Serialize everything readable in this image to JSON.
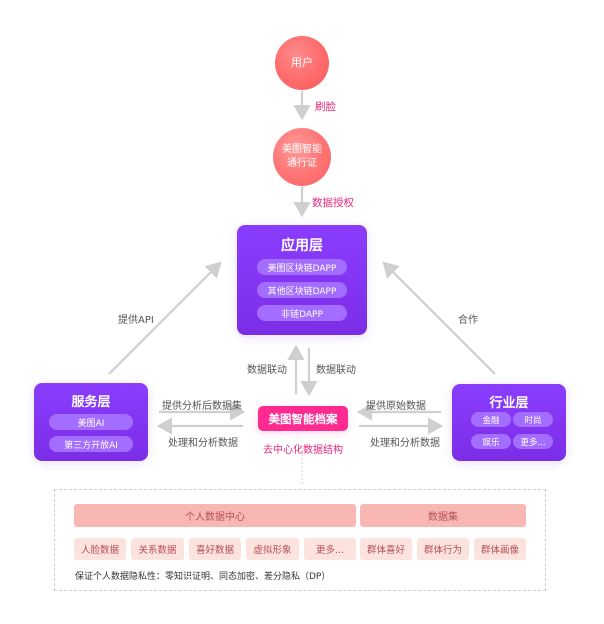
{
  "diagram": {
    "top": {
      "user": "用户",
      "face_scan": "刷脸",
      "pass_card": "美图智能\n通行证",
      "data_auth": "数据授权"
    },
    "application_layer": {
      "title": "应用层",
      "items": [
        "美图区块链DAPP",
        "其他区块链DAPP",
        "非链DAPP"
      ]
    },
    "service_layer": {
      "title": "服务层",
      "items": [
        "美图AI",
        "第三方开放AI"
      ]
    },
    "industry_layer": {
      "title": "行业层",
      "items": [
        "金融",
        "时尚",
        "娱乐",
        "更多..."
      ]
    },
    "center": {
      "title": "美图智能档案",
      "subtitle": "去中心化数据结构"
    },
    "arrows": {
      "left_up": "提供API",
      "right_up": "合作",
      "data_link_left": "数据联动",
      "data_link_right": "数据联动",
      "left_provide": "提供分析后数据集",
      "left_process": "处理和分析数据",
      "right_provide": "提供原始数据",
      "right_process": "处理和分析数据"
    },
    "bottom": {
      "personal_center": "个人数据中心",
      "dataset": "数据集",
      "cells": [
        "人脸数据",
        "关系数据",
        "喜好数据",
        "虚拟形象",
        "更多...",
        "群体喜好",
        "群体行为",
        "群体画像"
      ],
      "privacy_note": "保证个人数据隐私性：零知识证明、同态加密、差分隐私（DP）"
    }
  }
}
